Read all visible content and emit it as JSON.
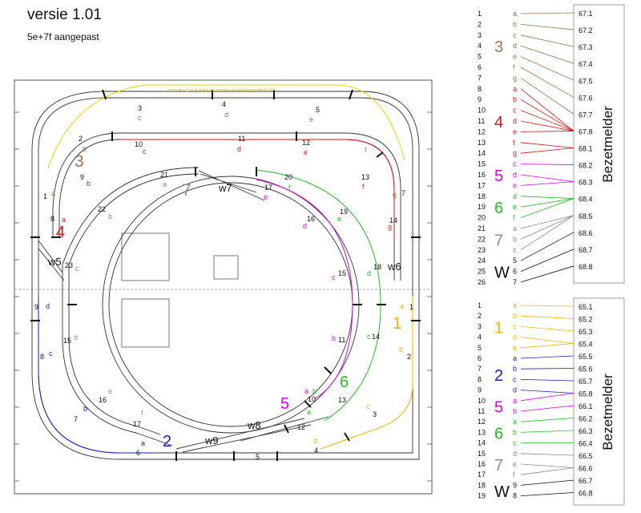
{
  "header": {
    "title": "versie 1.01",
    "subtitle": "5e+7f aangepast"
  },
  "colors": {
    "g1": "#f0b400",
    "g2": "#1a1acd",
    "g3": "#9e7350",
    "g4": "#e01010",
    "g5": "#e000e0",
    "g6": "#20c020",
    "g7": "#8c8c8c",
    "gW": "#000000",
    "track": "#333333"
  },
  "layout_labels": {
    "top_annotation": "aansluiten 2 en 4: liefst nal gedeelte hoogte/bruggedeelte 3/4",
    "group_3": "3",
    "group_4": "4",
    "group_7": "7",
    "group_1": "1",
    "group_6": "6",
    "group_5": "5",
    "group_2": "2",
    "w5": "w5",
    "w6": "w6",
    "w7": "w7",
    "w8": "w8",
    "w9": "w9"
  },
  "layout_sections": [
    {
      "t": "1",
      "c": "#111"
    },
    {
      "t": "a",
      "c": "#9e7350"
    },
    {
      "t": "2",
      "c": "#111"
    },
    {
      "t": "b",
      "c": "#9e7350"
    },
    {
      "t": "3",
      "c": "#111"
    },
    {
      "t": "c",
      "c": "#9e7350"
    },
    {
      "t": "4",
      "c": "#111"
    },
    {
      "t": "d",
      "c": "#9e7350"
    },
    {
      "t": "5",
      "c": "#111"
    },
    {
      "t": "e",
      "c": "#9e7350"
    },
    {
      "t": "f",
      "c": "#9e7350"
    },
    {
      "t": "g",
      "c": "#9e7350"
    },
    {
      "t": "7",
      "c": "#111"
    },
    {
      "t": "8",
      "c": "#111"
    },
    {
      "t": "a",
      "c": "#e01010"
    },
    {
      "t": "9",
      "c": "#111"
    },
    {
      "t": "b",
      "c": "#e01010"
    },
    {
      "t": "10",
      "c": "#111"
    },
    {
      "t": "c",
      "c": "#e01010"
    },
    {
      "t": "11",
      "c": "#111"
    },
    {
      "t": "d",
      "c": "#e01010"
    },
    {
      "t": "12",
      "c": "#111"
    },
    {
      "t": "e",
      "c": "#e01010"
    },
    {
      "t": "13",
      "c": "#111"
    },
    {
      "t": "f",
      "c": "#e01010"
    },
    {
      "t": "14",
      "c": "#111"
    },
    {
      "t": "g",
      "c": "#e01010"
    },
    {
      "t": "21",
      "c": "#111"
    },
    {
      "t": "a",
      "c": "#8c8c8c"
    },
    {
      "t": "22",
      "c": "#111"
    },
    {
      "t": "b",
      "c": "#8c8c8c"
    },
    {
      "t": "23",
      "c": "#111"
    },
    {
      "t": "c",
      "c": "#8c8c8c"
    },
    {
      "t": "15",
      "c": "#111"
    },
    {
      "t": "d",
      "c": "#8c8c8c"
    },
    {
      "t": "16",
      "c": "#111"
    },
    {
      "t": "e",
      "c": "#8c8c8c"
    },
    {
      "t": "17",
      "c": "#111"
    },
    {
      "t": "f",
      "c": "#8c8c8c"
    },
    {
      "t": "20",
      "c": "#111"
    },
    {
      "t": "f",
      "c": "#20c020"
    },
    {
      "t": "17",
      "c": "#111"
    },
    {
      "t": "e",
      "c": "#e000e0"
    },
    {
      "t": "16",
      "c": "#111"
    },
    {
      "t": "d",
      "c": "#e000e0"
    },
    {
      "t": "19",
      "c": "#111"
    },
    {
      "t": "e",
      "c": "#20c020"
    },
    {
      "t": "18",
      "c": "#111"
    },
    {
      "t": "d",
      "c": "#20c020"
    },
    {
      "t": "15",
      "c": "#111"
    },
    {
      "t": "c",
      "c": "#e000e0"
    },
    {
      "t": "11",
      "c": "#111"
    },
    {
      "t": "b",
      "c": "#e000e0"
    },
    {
      "t": "14",
      "c": "#111"
    },
    {
      "t": "c",
      "c": "#20c020"
    },
    {
      "t": "10",
      "c": "#111"
    },
    {
      "t": "a",
      "c": "#e000e0"
    },
    {
      "t": "13",
      "c": "#111"
    },
    {
      "t": "b",
      "c": "#20c020"
    },
    {
      "t": "12",
      "c": "#111"
    },
    {
      "t": "a",
      "c": "#20c020"
    },
    {
      "t": "9",
      "c": "#111"
    },
    {
      "t": "d",
      "c": "#1a1acd"
    },
    {
      "t": "8",
      "c": "#111"
    },
    {
      "t": "c",
      "c": "#1a1acd"
    },
    {
      "t": "7",
      "c": "#111"
    },
    {
      "t": "b",
      "c": "#1a1acd"
    },
    {
      "t": "6",
      "c": "#111"
    },
    {
      "t": "a",
      "c": "#1a1acd"
    },
    {
      "t": "5",
      "c": "#111"
    },
    {
      "t": "4",
      "c": "#111"
    },
    {
      "t": "d",
      "c": "#f0b400"
    },
    {
      "t": "3",
      "c": "#111"
    },
    {
      "t": "c",
      "c": "#f0b400"
    },
    {
      "t": "2",
      "c": "#111"
    },
    {
      "t": "b",
      "c": "#f0b400"
    },
    {
      "t": "1",
      "c": "#111"
    },
    {
      "t": "a",
      "c": "#f0b400"
    }
  ],
  "legend_top": {
    "side_label": "Bezetmelder",
    "numbers": [
      "1",
      "2",
      "3",
      "4",
      "5",
      "6",
      "7",
      "8",
      "9",
      "10",
      "11",
      "12",
      "13",
      "14",
      "15",
      "16",
      "17",
      "18",
      "19",
      "20",
      "21",
      "22",
      "23",
      "24",
      "25",
      "26"
    ],
    "groups": [
      {
        "label": "3",
        "color": "#9e7350",
        "letters": [
          "a",
          "b",
          "c",
          "d",
          "e",
          "f",
          "g"
        ]
      },
      {
        "label": "4",
        "color": "#e01010",
        "letters": [
          "a",
          "b",
          "c",
          "d",
          "e",
          "f",
          "g"
        ]
      },
      {
        "label": "5",
        "color": "#e000e0",
        "letters": [
          "c",
          "d",
          "e"
        ]
      },
      {
        "label": "6",
        "color": "#20c020",
        "letters": [
          "d",
          "e",
          "f"
        ]
      },
      {
        "label": "7",
        "color": "#8c8c8c",
        "letters": [
          "a",
          "b",
          "c"
        ]
      },
      {
        "label": "W",
        "color": "#111111",
        "letters": [
          "5",
          "6",
          "7"
        ]
      }
    ],
    "values": [
      "67.1",
      "67.2",
      "67.3",
      "67.4",
      "67.5",
      "67.6",
      "67.7",
      "67.8",
      "68.1",
      "68.2",
      "68.3",
      "68.4",
      "68.5",
      "68.6",
      "68.7",
      "68.8"
    ]
  },
  "legend_bottom": {
    "side_label": "Bezetmelder",
    "numbers": [
      "1",
      "2",
      "3",
      "4",
      "5",
      "6",
      "7",
      "8",
      "9",
      "10",
      "11",
      "12",
      "13",
      "14",
      "15",
      "16",
      "17",
      "18",
      "19"
    ],
    "groups": [
      {
        "label": "1",
        "color": "#f0b400",
        "letters": [
          "a",
          "b",
          "c",
          "d",
          "e"
        ]
      },
      {
        "label": "2",
        "color": "#1a1acd",
        "letters": [
          "a",
          "b",
          "c",
          "d"
        ]
      },
      {
        "label": "5",
        "color": "#e000e0",
        "letters": [
          "a",
          "b"
        ]
      },
      {
        "label": "6",
        "color": "#20c020",
        "letters": [
          "a",
          "b",
          "c"
        ]
      },
      {
        "label": "7",
        "color": "#8c8c8c",
        "letters": [
          "d",
          "e",
          "f"
        ]
      },
      {
        "label": "W",
        "color": "#111111",
        "letters": [
          "9",
          "8"
        ]
      }
    ],
    "values": [
      "65.1",
      "65.2",
      "65.3",
      "65.4",
      "65.5",
      "65.6",
      "65.7",
      "65.8",
      "66.1",
      "66.2",
      "66.3",
      "66.4",
      "66.5",
      "66.6",
      "66.7",
      "66.8"
    ]
  }
}
